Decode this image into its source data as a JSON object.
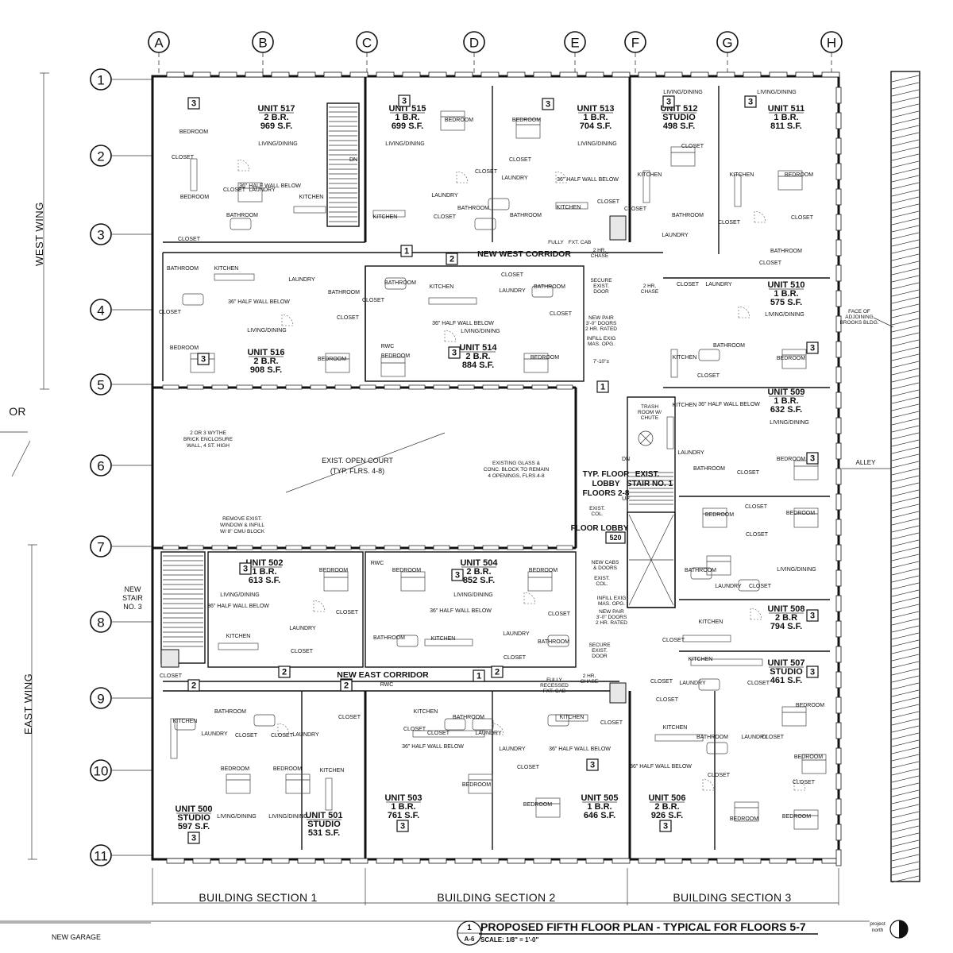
{
  "grid": {
    "columns": [
      "A",
      "B",
      "C",
      "D",
      "E",
      "F",
      "G",
      "H"
    ],
    "rows": [
      "1",
      "2",
      "3",
      "4",
      "5",
      "6",
      "7",
      "8",
      "9",
      "10",
      "11"
    ]
  },
  "wings": {
    "west": "WEST WING",
    "east": "EAST WING"
  },
  "corridors": {
    "west": "NEW WEST CORRIDOR",
    "east": "NEW EAST CORRIDOR"
  },
  "court": {
    "line1": "EXIST. OPEN COURT",
    "line2": "(TYP. FLRS. 4-8)"
  },
  "court_notes": {
    "brick": [
      "2 OR 3 WYTHE",
      "BRICK ENCLOSURE",
      "WALL, 4 ST. HIGH"
    ],
    "glass": [
      "EXISTING GLASS &",
      "CONC. BLOCK TO REMAIN",
      "4 OPENINGS, FLRS.4-8"
    ],
    "remove": [
      "REMOVE EXIST.",
      "WINDOW & INFILL",
      "W/ 8\" CMU BLOCK"
    ]
  },
  "units": [
    {
      "id": "517",
      "name": "UNIT 517",
      "type": "2 B.R.",
      "area": "969 S.F."
    },
    {
      "id": "515",
      "name": "UNIT 515",
      "type": "1 B.R.",
      "area": "699 S.F."
    },
    {
      "id": "513",
      "name": "UNIT 513",
      "type": "1 B.R.",
      "area": "704 S.F."
    },
    {
      "id": "512",
      "name": "UNIT 512",
      "type": "STUDIO",
      "area": "498 S.F."
    },
    {
      "id": "511",
      "name": "UNIT 511",
      "type": "1 B.R.",
      "area": "811 S.F."
    },
    {
      "id": "516",
      "name": "UNIT 516",
      "type": "2 B.R.",
      "area": "908 S.F."
    },
    {
      "id": "514",
      "name": "UNIT 514",
      "type": "2 B.R.",
      "area": "884 S.F."
    },
    {
      "id": "510",
      "name": "UNIT 510",
      "type": "1 B.R.",
      "area": "575 S.F."
    },
    {
      "id": "509",
      "name": "UNIT 509",
      "type": "1 B.R.",
      "area": "632 S.F."
    },
    {
      "id": "502",
      "name": "UNIT 502",
      "type": "1 B.R.",
      "area": "613 S.F."
    },
    {
      "id": "504",
      "name": "UNIT 504",
      "type": "2 B.R.",
      "area": "852 S.F."
    },
    {
      "id": "508",
      "name": "UNIT 508",
      "type": "2 B.R",
      "area": "794 S.F."
    },
    {
      "id": "507",
      "name": "UNIT 507",
      "type": "STUDIO",
      "area": "461 S.F."
    },
    {
      "id": "500",
      "name": "UNIT 500",
      "type": "STUDIO",
      "area": "597 S.F."
    },
    {
      "id": "501",
      "name": "UNIT 501",
      "type": "STUDIO",
      "area": "531 S.F."
    },
    {
      "id": "503",
      "name": "UNIT 503",
      "type": "1 B.R.",
      "area": "761 S.F."
    },
    {
      "id": "505",
      "name": "UNIT 505",
      "type": "1 B.R.",
      "area": "646 S.F."
    },
    {
      "id": "506",
      "name": "UNIT 506",
      "type": "2 B.R.",
      "area": "926 S.F."
    }
  ],
  "rooms": {
    "bedroom": "BEDROOM",
    "living": "LIVING/DINING",
    "kitchen": "KITCHEN",
    "bathroom": "BATHROOM",
    "closet": "CLOSET",
    "laundry": "LAUNDRY",
    "half_wall": "36\" HALF WALL BELOW"
  },
  "core": {
    "lobby_typ": [
      "TYP. FLOOR",
      "LOBBY",
      "FLOORS 2-8"
    ],
    "exist_stair": [
      "EXIST.",
      "STAIR NO. 1"
    ],
    "floor_lobby": "FLOOR LOBBY",
    "floor_lobby_no": "520",
    "trash": [
      "TRASH",
      "ROOM W/",
      "CHUTE"
    ],
    "new_stair": [
      "NEW",
      "STAIR",
      "NO. 3"
    ],
    "secure_door": [
      "SECURE",
      "EXIST.",
      "DOOR"
    ],
    "new_pair": [
      "NEW PAIR",
      "3'-0\" DOORS",
      "2 HR. RATED"
    ],
    "infill": [
      "INFILL EXIG",
      "MAS. OPG."
    ],
    "chase": [
      "2 HR.",
      "CHASE"
    ],
    "exist_col": [
      "EXIST.",
      "COL."
    ],
    "new_cabs": [
      "NEW CABS",
      "& DOORS"
    ],
    "fire_ext": [
      "FULLY",
      "RECESSED",
      "FXT. CAB"
    ],
    "slope": "7'-10\"±",
    "dn": "DN",
    "up": "UP",
    "rwc": "RWC"
  },
  "neighbors": {
    "face": [
      "FACE OF",
      "ADJOINING",
      "BROOKS BLDG."
    ],
    "alley": "ALLEY",
    "garage": "NEW GARAGE",
    "or": "OR"
  },
  "sections": [
    "BUILDING SECTION 1",
    "BUILDING SECTION 2",
    "BUILDING SECTION 3"
  ],
  "title": {
    "number": "1",
    "sheet": "A-6",
    "text": "PROPOSED FIFTH FLOOR PLAN - TYPICAL FOR FLOORS 5-7",
    "scale": "SCALE: 1/8\" = 1'-0\"",
    "north": [
      "project",
      "north"
    ]
  },
  "tags": [
    "1",
    "2",
    "3"
  ]
}
